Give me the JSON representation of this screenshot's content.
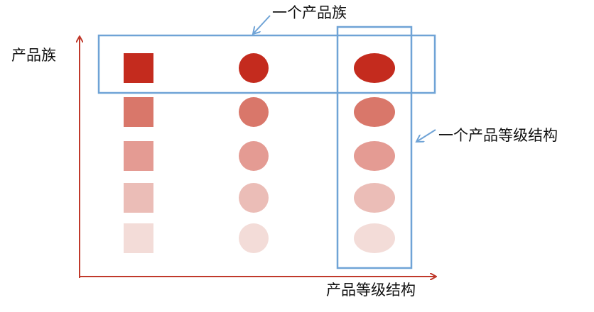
{
  "labels": {
    "y_axis": "产品族",
    "x_axis": "产品等级结构",
    "family_callout": "一个产品族",
    "level_callout": "一个产品等级结构"
  },
  "colors": {
    "axis": "#c0392b",
    "highlight_box": "#6fa3d6",
    "row_shades": [
      "#c42b1e",
      "#d9776a",
      "#e49b93",
      "#ebbdb7",
      "#f3dcd8"
    ]
  },
  "columns": [
    "square",
    "circle",
    "ellipse"
  ]
}
